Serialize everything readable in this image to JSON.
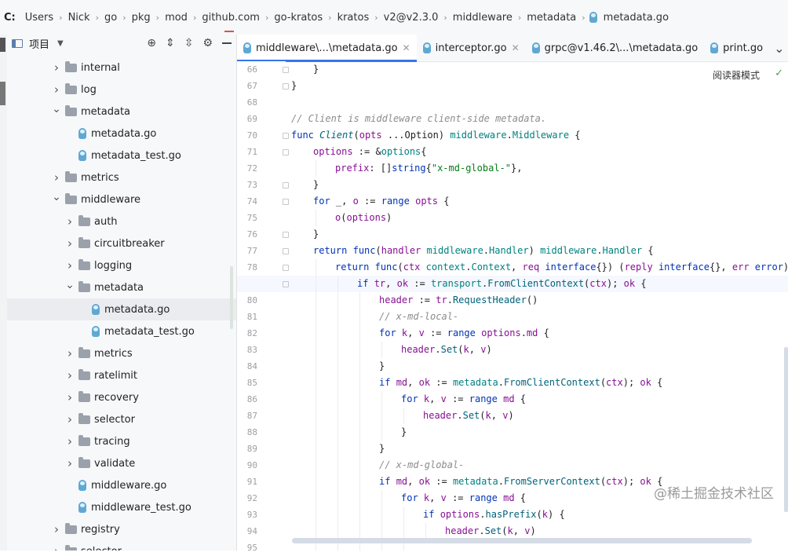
{
  "breadcrumb": [
    "C:",
    "Users",
    "Nick",
    "go",
    "pkg",
    "mod",
    "github.com",
    "go-kratos",
    "kratos",
    "v2@v2.3.0",
    "middleware",
    "metadata",
    "metadata.go"
  ],
  "project_panel": {
    "title": "项目"
  },
  "tree": [
    {
      "label": "internal",
      "type": "folder",
      "expanded": false,
      "indent": 0
    },
    {
      "label": "log",
      "type": "folder",
      "expanded": false,
      "indent": 0
    },
    {
      "label": "metadata",
      "type": "folder",
      "expanded": true,
      "indent": 0
    },
    {
      "label": "metadata.go",
      "type": "file",
      "indent": 1
    },
    {
      "label": "metadata_test.go",
      "type": "file",
      "indent": 1
    },
    {
      "label": "metrics",
      "type": "folder",
      "expanded": false,
      "indent": 0
    },
    {
      "label": "middleware",
      "type": "folder",
      "expanded": true,
      "indent": 0
    },
    {
      "label": "auth",
      "type": "folder",
      "expanded": false,
      "indent": 1
    },
    {
      "label": "circuitbreaker",
      "type": "folder",
      "expanded": false,
      "indent": 1
    },
    {
      "label": "logging",
      "type": "folder",
      "expanded": false,
      "indent": 1
    },
    {
      "label": "metadata",
      "type": "folder",
      "expanded": true,
      "indent": 1
    },
    {
      "label": "metadata.go",
      "type": "file",
      "indent": 2,
      "selected": true
    },
    {
      "label": "metadata_test.go",
      "type": "file",
      "indent": 2
    },
    {
      "label": "metrics",
      "type": "folder",
      "expanded": false,
      "indent": 1
    },
    {
      "label": "ratelimit",
      "type": "folder",
      "expanded": false,
      "indent": 1
    },
    {
      "label": "recovery",
      "type": "folder",
      "expanded": false,
      "indent": 1
    },
    {
      "label": "selector",
      "type": "folder",
      "expanded": false,
      "indent": 1
    },
    {
      "label": "tracing",
      "type": "folder",
      "expanded": false,
      "indent": 1
    },
    {
      "label": "validate",
      "type": "folder",
      "expanded": false,
      "indent": 1
    },
    {
      "label": "middleware.go",
      "type": "file",
      "indent": 1
    },
    {
      "label": "middleware_test.go",
      "type": "file",
      "indent": 1
    },
    {
      "label": "registry",
      "type": "folder",
      "expanded": false,
      "indent": 0
    },
    {
      "label": "selector",
      "type": "folder",
      "expanded": false,
      "indent": 0
    }
  ],
  "tabs": [
    {
      "label": "middleware\\...\\metadata.go",
      "active": true
    },
    {
      "label": "interceptor.go",
      "active": false
    },
    {
      "label": "grpc@v1.46.2\\...\\metadata.go",
      "active": false
    },
    {
      "label": "print.go",
      "active": false
    }
  ],
  "editor": {
    "reader_mode": "阅读器模式",
    "current_line": 79,
    "lines": [
      {
        "n": 66,
        "indent": 1,
        "tokens": [
          [
            "}",
            ""
          ]
        ]
      },
      {
        "n": 67,
        "indent": 0,
        "tokens": [
          [
            "}",
            ""
          ]
        ]
      },
      {
        "n": 68,
        "indent": 0,
        "tokens": []
      },
      {
        "n": 69,
        "indent": 0,
        "tokens": [
          [
            "// Client is middleware client-side metadata.",
            "cm"
          ]
        ]
      },
      {
        "n": 70,
        "indent": 0,
        "tokens": [
          [
            "func ",
            "kw"
          ],
          [
            "Client",
            "fni"
          ],
          [
            "(",
            ""
          ],
          [
            "opts",
            "pr"
          ],
          [
            " ...Option) ",
            ""
          ],
          [
            "middleware",
            "tp"
          ],
          [
            ".",
            ""
          ],
          [
            "Middleware",
            "tp"
          ],
          [
            " {",
            ""
          ]
        ]
      },
      {
        "n": 71,
        "indent": 1,
        "tokens": [
          [
            "options",
            "pr"
          ],
          [
            " := &",
            ""
          ],
          [
            "options",
            "tp"
          ],
          [
            "{",
            ""
          ]
        ]
      },
      {
        "n": 72,
        "indent": 2,
        "tokens": [
          [
            "prefix",
            "pr"
          ],
          [
            ": []",
            ""
          ],
          [
            "string",
            "kw"
          ],
          [
            "{",
            ""
          ],
          [
            "\"x-md-global-\"",
            "st"
          ],
          [
            "},",
            ""
          ]
        ]
      },
      {
        "n": 73,
        "indent": 1,
        "tokens": [
          [
            "}",
            ""
          ]
        ]
      },
      {
        "n": 74,
        "indent": 1,
        "tokens": [
          [
            "for",
            "kw"
          ],
          [
            " _, ",
            ""
          ],
          [
            "o",
            "pr"
          ],
          [
            " := ",
            ""
          ],
          [
            "range",
            "kw"
          ],
          [
            " ",
            ""
          ],
          [
            "opts",
            "pr"
          ],
          [
            " {",
            ""
          ]
        ]
      },
      {
        "n": 75,
        "indent": 2,
        "tokens": [
          [
            "o",
            "pr"
          ],
          [
            "(",
            ""
          ],
          [
            "options",
            "pr"
          ],
          [
            ")",
            ""
          ]
        ]
      },
      {
        "n": 76,
        "indent": 1,
        "tokens": [
          [
            "}",
            ""
          ]
        ]
      },
      {
        "n": 77,
        "indent": 1,
        "tokens": [
          [
            "return",
            "kw"
          ],
          [
            " ",
            ""
          ],
          [
            "func",
            "kw"
          ],
          [
            "(",
            ""
          ],
          [
            "handler",
            "pr"
          ],
          [
            " ",
            ""
          ],
          [
            "middleware",
            "tp"
          ],
          [
            ".",
            ""
          ],
          [
            "Handler",
            "tp"
          ],
          [
            ") ",
            ""
          ],
          [
            "middleware",
            "tp"
          ],
          [
            ".",
            ""
          ],
          [
            "Handler",
            "tp"
          ],
          [
            " {",
            ""
          ]
        ]
      },
      {
        "n": 78,
        "indent": 2,
        "tokens": [
          [
            "return",
            "kw"
          ],
          [
            " ",
            ""
          ],
          [
            "func",
            "kw"
          ],
          [
            "(",
            ""
          ],
          [
            "ctx",
            "pr"
          ],
          [
            " ",
            ""
          ],
          [
            "context",
            "tp"
          ],
          [
            ".",
            ""
          ],
          [
            "Context",
            "tp"
          ],
          [
            ", ",
            ""
          ],
          [
            "req",
            "pr"
          ],
          [
            " ",
            ""
          ],
          [
            "interface",
            "kw"
          ],
          [
            "{}) (",
            ""
          ],
          [
            "reply",
            "pr"
          ],
          [
            " ",
            ""
          ],
          [
            "interface",
            "kw"
          ],
          [
            "{}, ",
            ""
          ],
          [
            "err",
            "pr"
          ],
          [
            " ",
            ""
          ],
          [
            "error",
            "kw"
          ],
          [
            ") {",
            ""
          ]
        ]
      },
      {
        "n": 79,
        "indent": 3,
        "tokens": [
          [
            "if",
            "kw"
          ],
          [
            " ",
            ""
          ],
          [
            "tr",
            "pr"
          ],
          [
            ", ",
            ""
          ],
          [
            "ok",
            "pr"
          ],
          [
            " := ",
            ""
          ],
          [
            "transport",
            "tp"
          ],
          [
            ".",
            ""
          ],
          [
            "FromClientContext",
            "fn"
          ],
          [
            "(",
            ""
          ],
          [
            "ctx",
            "pr"
          ],
          [
            "); ",
            ""
          ],
          [
            "ok",
            "pr"
          ],
          [
            " {",
            ""
          ]
        ]
      },
      {
        "n": 80,
        "indent": 4,
        "tokens": [
          [
            "header",
            "pr"
          ],
          [
            " := ",
            ""
          ],
          [
            "tr",
            "pr"
          ],
          [
            ".",
            ""
          ],
          [
            "RequestHeader",
            "fn"
          ],
          [
            "()",
            ""
          ]
        ]
      },
      {
        "n": 81,
        "indent": 4,
        "tokens": [
          [
            "// x-md-local-",
            "cm"
          ]
        ]
      },
      {
        "n": 82,
        "indent": 4,
        "tokens": [
          [
            "for",
            "kw"
          ],
          [
            " ",
            ""
          ],
          [
            "k",
            "pr"
          ],
          [
            ", ",
            ""
          ],
          [
            "v",
            "pr"
          ],
          [
            " := ",
            ""
          ],
          [
            "range",
            "kw"
          ],
          [
            " ",
            ""
          ],
          [
            "options",
            "pr"
          ],
          [
            ".",
            ""
          ],
          [
            "md",
            "pr"
          ],
          [
            " {",
            ""
          ]
        ]
      },
      {
        "n": 83,
        "indent": 5,
        "tokens": [
          [
            "header",
            "pr"
          ],
          [
            ".",
            ""
          ],
          [
            "Set",
            "fn"
          ],
          [
            "(",
            ""
          ],
          [
            "k",
            "pr"
          ],
          [
            ", ",
            ""
          ],
          [
            "v",
            "pr"
          ],
          [
            ")",
            ""
          ]
        ]
      },
      {
        "n": 84,
        "indent": 4,
        "tokens": [
          [
            "}",
            ""
          ]
        ]
      },
      {
        "n": 85,
        "indent": 4,
        "tokens": [
          [
            "if",
            "kw"
          ],
          [
            " ",
            ""
          ],
          [
            "md",
            "pr"
          ],
          [
            ", ",
            ""
          ],
          [
            "ok",
            "pr"
          ],
          [
            " := ",
            ""
          ],
          [
            "metadata",
            "tp"
          ],
          [
            ".",
            ""
          ],
          [
            "FromClientContext",
            "fn"
          ],
          [
            "(",
            ""
          ],
          [
            "ctx",
            "pr"
          ],
          [
            "); ",
            ""
          ],
          [
            "ok",
            "pr"
          ],
          [
            " {",
            ""
          ]
        ]
      },
      {
        "n": 86,
        "indent": 5,
        "tokens": [
          [
            "for",
            "kw"
          ],
          [
            " ",
            ""
          ],
          [
            "k",
            "pr"
          ],
          [
            ", ",
            ""
          ],
          [
            "v",
            "pr"
          ],
          [
            " := ",
            ""
          ],
          [
            "range",
            "kw"
          ],
          [
            " ",
            ""
          ],
          [
            "md",
            "pr"
          ],
          [
            " {",
            ""
          ]
        ]
      },
      {
        "n": 87,
        "indent": 6,
        "tokens": [
          [
            "header",
            "pr"
          ],
          [
            ".",
            ""
          ],
          [
            "Set",
            "fn"
          ],
          [
            "(",
            ""
          ],
          [
            "k",
            "pr"
          ],
          [
            ", ",
            ""
          ],
          [
            "v",
            "pr"
          ],
          [
            ")",
            ""
          ]
        ]
      },
      {
        "n": 88,
        "indent": 5,
        "tokens": [
          [
            "}",
            ""
          ]
        ]
      },
      {
        "n": 89,
        "indent": 4,
        "tokens": [
          [
            "}",
            ""
          ]
        ]
      },
      {
        "n": 90,
        "indent": 4,
        "tokens": [
          [
            "// x-md-global-",
            "cm"
          ]
        ]
      },
      {
        "n": 91,
        "indent": 4,
        "tokens": [
          [
            "if",
            "kw"
          ],
          [
            " ",
            ""
          ],
          [
            "md",
            "pr"
          ],
          [
            ", ",
            ""
          ],
          [
            "ok",
            "pr"
          ],
          [
            " := ",
            ""
          ],
          [
            "metadata",
            "tp"
          ],
          [
            ".",
            ""
          ],
          [
            "FromServerContext",
            "fn"
          ],
          [
            "(",
            ""
          ],
          [
            "ctx",
            "pr"
          ],
          [
            "); ",
            ""
          ],
          [
            "ok",
            "pr"
          ],
          [
            " {",
            ""
          ]
        ]
      },
      {
        "n": 92,
        "indent": 5,
        "tokens": [
          [
            "for",
            "kw"
          ],
          [
            " ",
            ""
          ],
          [
            "k",
            "pr"
          ],
          [
            ", ",
            ""
          ],
          [
            "v",
            "pr"
          ],
          [
            " := ",
            ""
          ],
          [
            "range",
            "kw"
          ],
          [
            " ",
            ""
          ],
          [
            "md",
            "pr"
          ],
          [
            " {",
            ""
          ]
        ]
      },
      {
        "n": 93,
        "indent": 6,
        "tokens": [
          [
            "if",
            "kw"
          ],
          [
            " ",
            ""
          ],
          [
            "options",
            "pr"
          ],
          [
            ".",
            ""
          ],
          [
            "hasPrefix",
            "fn"
          ],
          [
            "(",
            ""
          ],
          [
            "k",
            "pr"
          ],
          [
            ") {",
            ""
          ]
        ]
      },
      {
        "n": 94,
        "indent": 7,
        "tokens": [
          [
            "header",
            "pr"
          ],
          [
            ".",
            ""
          ],
          [
            "Set",
            "fn"
          ],
          [
            "(",
            ""
          ],
          [
            "k",
            "pr"
          ],
          [
            ", ",
            ""
          ],
          [
            "v",
            "pr"
          ],
          [
            ")",
            ""
          ]
        ]
      },
      {
        "n": 95,
        "indent": 6,
        "tokens": []
      }
    ]
  },
  "watermark": "@稀土掘金技术社区"
}
